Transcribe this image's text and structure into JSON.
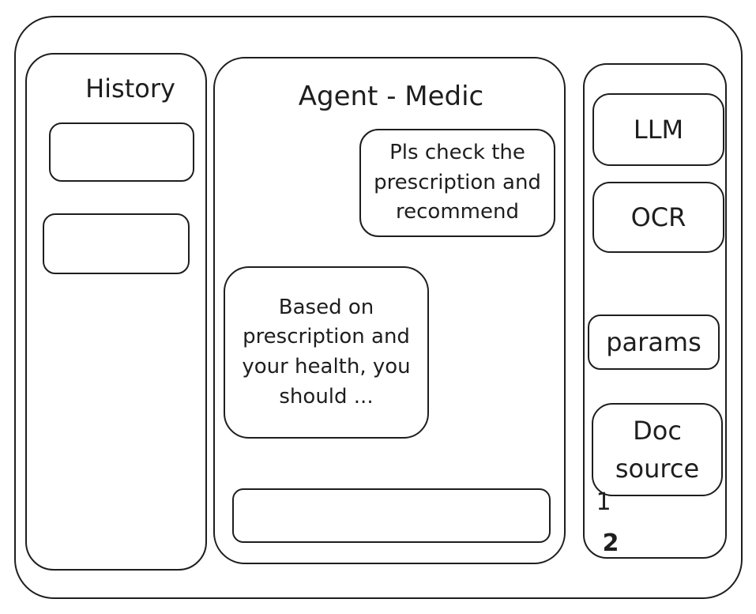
{
  "history": {
    "title": "History",
    "items": [
      "",
      ""
    ]
  },
  "chat": {
    "title": "Agent - Medic",
    "user_message": "Pls check the prescription and recommend",
    "agent_message": "Based on prescription and your health, you should ...",
    "input_value": ""
  },
  "settings": {
    "llm_label": "LLM",
    "ocr_label": "OCR",
    "params_label": "params",
    "doc_source_label": "Doc source",
    "doc_source_items": [
      "1",
      "2"
    ]
  }
}
